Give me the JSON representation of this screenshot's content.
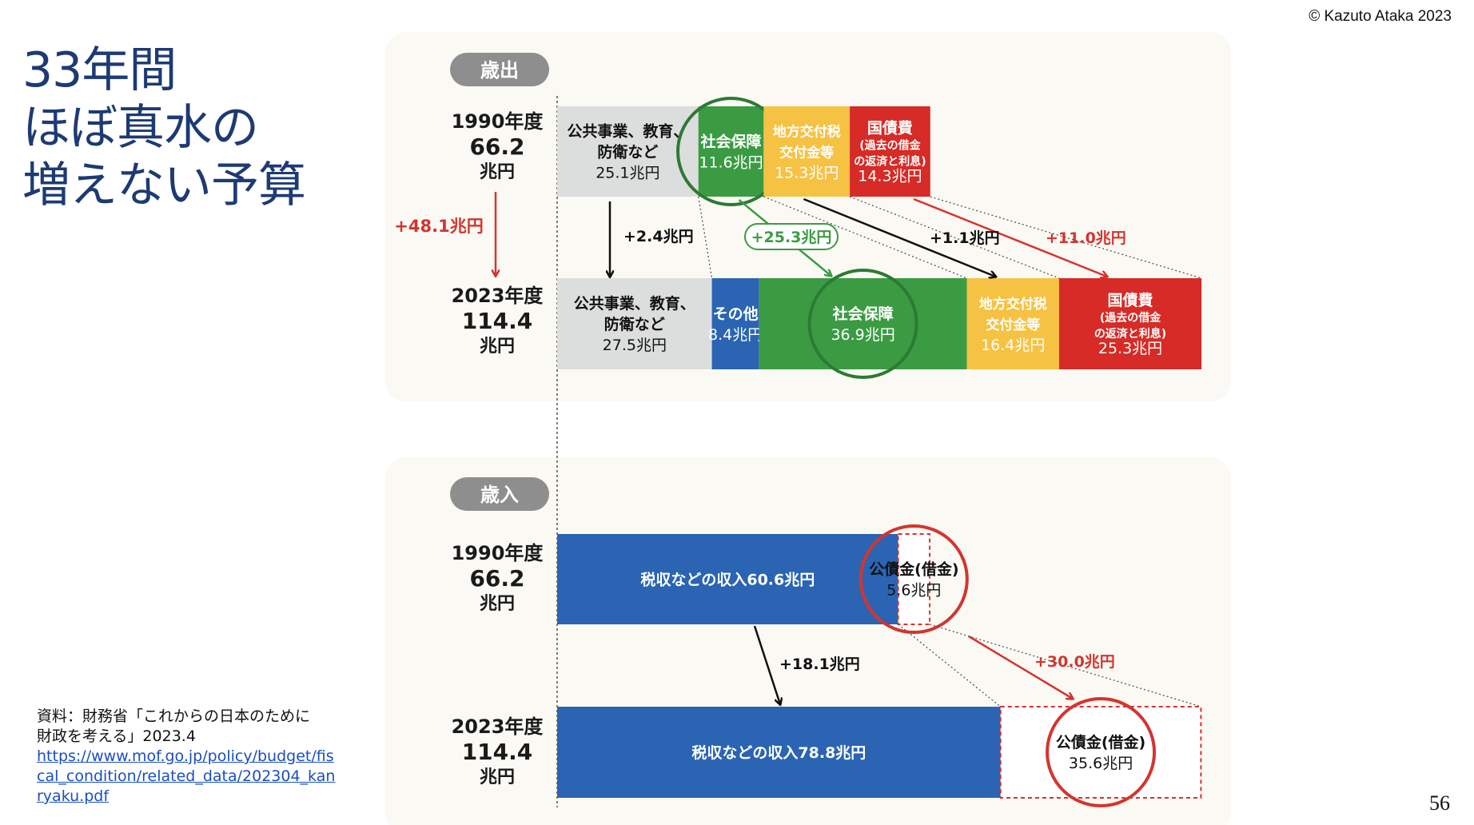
{
  "header": {
    "copyright": "© Kazuto Ataka 2023",
    "title_lines": [
      "33年間",
      "ほぼ真水の",
      "増えない予算"
    ],
    "page_number": "56"
  },
  "source": {
    "text_line1": "資料：財務省「これからの日本のために",
    "text_line2": "財政を考える」2023.4",
    "url": "https://www.mof.go.jp/policy/budget/fiscal_condition/related_data/202304_kanryaku.pdf"
  },
  "colors": {
    "public_works": "#dcdddd",
    "social_security": "#3b9b43",
    "local_grants": "#f6c243",
    "debt_service": "#d62b26",
    "other": "#2a64b3",
    "tax_revenue": "#2a64b3",
    "accent_red": "#d33530",
    "accent_green": "#3b9b43",
    "panel_bg": "#fbf9f3",
    "pill_bg": "#8e8e8e"
  },
  "chart_data": {
    "type": "bar",
    "stacked": true,
    "orientation": "horizontal",
    "unit": "兆円",
    "expenditure": {
      "label": "歳出",
      "years": [
        {
          "year_label": "1990年度",
          "total_label": "66.2",
          "unit_label": "兆円",
          "total": 66.2,
          "segments": [
            {
              "key": "public_works",
              "lines": [
                "公共事業、教育、",
                "防衛など",
                "25.1兆円"
              ],
              "value": 25.1,
              "color": "#dcdddd",
              "text_color": "#111111"
            },
            {
              "key": "social_security",
              "lines": [
                "社会保障",
                "11.6兆円"
              ],
              "value": 11.6,
              "color": "#3b9b43",
              "text_color": "#ffffff",
              "circled": true
            },
            {
              "key": "local_grants",
              "lines": [
                "地方交付税",
                "交付金等",
                "15.3兆円"
              ],
              "value": 15.3,
              "color": "#f6c243",
              "text_color": "#ffffff"
            },
            {
              "key": "debt_service",
              "lines": [
                "国債費",
                "(過去の借金",
                "の返済と利息)",
                "14.3兆円"
              ],
              "value": 14.3,
              "color": "#d62b26",
              "text_color": "#ffffff"
            }
          ]
        },
        {
          "year_label": "2023年度",
          "total_label": "114.4",
          "unit_label": "兆円",
          "total": 114.4,
          "segments": [
            {
              "key": "public_works",
              "lines": [
                "公共事業、教育、",
                "防衛など",
                "27.5兆円"
              ],
              "value": 27.5,
              "color": "#dcdddd",
              "text_color": "#111111"
            },
            {
              "key": "other",
              "lines": [
                "その他",
                "8.4兆円"
              ],
              "value": 8.4,
              "color": "#2a64b3",
              "text_color": "#ffffff"
            },
            {
              "key": "social_security",
              "lines": [
                "社会保障",
                "36.9兆円"
              ],
              "value": 36.9,
              "color": "#3b9b43",
              "text_color": "#ffffff",
              "circled": true
            },
            {
              "key": "local_grants",
              "lines": [
                "地方交付税",
                "交付金等",
                "16.4兆円"
              ],
              "value": 16.4,
              "color": "#f6c243",
              "text_color": "#ffffff"
            },
            {
              "key": "debt_service",
              "lines": [
                "国債費",
                "(過去の借金",
                "の返済と利息)",
                "25.3兆円"
              ],
              "value": 25.3,
              "color": "#d62b26",
              "text_color": "#ffffff"
            }
          ]
        }
      ],
      "changes": [
        {
          "key": "total",
          "label": "+48.1兆円",
          "value": 48.1,
          "color": "#d33530"
        },
        {
          "key": "public_works",
          "label": "+2.4兆円",
          "value": 2.4,
          "color": "#111111"
        },
        {
          "key": "social_security",
          "label": "+25.3兆円",
          "value": 25.3,
          "color": "#3b9b43"
        },
        {
          "key": "local_grants",
          "label": "+1.1兆円",
          "value": 1.1,
          "color": "#111111"
        },
        {
          "key": "debt_service",
          "label": "+11.0兆円",
          "value": 11.0,
          "color": "#d33530"
        }
      ]
    },
    "revenue": {
      "label": "歳入",
      "years": [
        {
          "year_label": "1990年度",
          "total_label": "66.2",
          "unit_label": "兆円",
          "total": 66.2,
          "segments": [
            {
              "key": "tax_revenue",
              "lines": [
                "税収などの収入60.6兆円"
              ],
              "value": 60.6,
              "color": "#2a64b3",
              "text_color": "#ffffff"
            },
            {
              "key": "bonds",
              "lines": [
                "公債金(借金)",
                "5.6兆円"
              ],
              "value": 5.6,
              "color": "#ffffff",
              "text_color": "#111111",
              "dashed": true,
              "circled": true
            }
          ]
        },
        {
          "year_label": "2023年度",
          "total_label": "114.4",
          "unit_label": "兆円",
          "total": 114.4,
          "segments": [
            {
              "key": "tax_revenue",
              "lines": [
                "税収などの収入78.8兆円"
              ],
              "value": 78.8,
              "color": "#2a64b3",
              "text_color": "#ffffff"
            },
            {
              "key": "bonds",
              "lines": [
                "公債金(借金)",
                "35.6兆円"
              ],
              "value": 35.6,
              "color": "#ffffff",
              "text_color": "#111111",
              "dashed": true,
              "circled": true
            }
          ]
        }
      ],
      "changes": [
        {
          "key": "tax_revenue",
          "label": "+18.1兆円",
          "value": 18.1,
          "color": "#111111"
        },
        {
          "key": "bonds",
          "label": "+30.0兆円",
          "value": 30.0,
          "color": "#d33530"
        }
      ]
    }
  }
}
